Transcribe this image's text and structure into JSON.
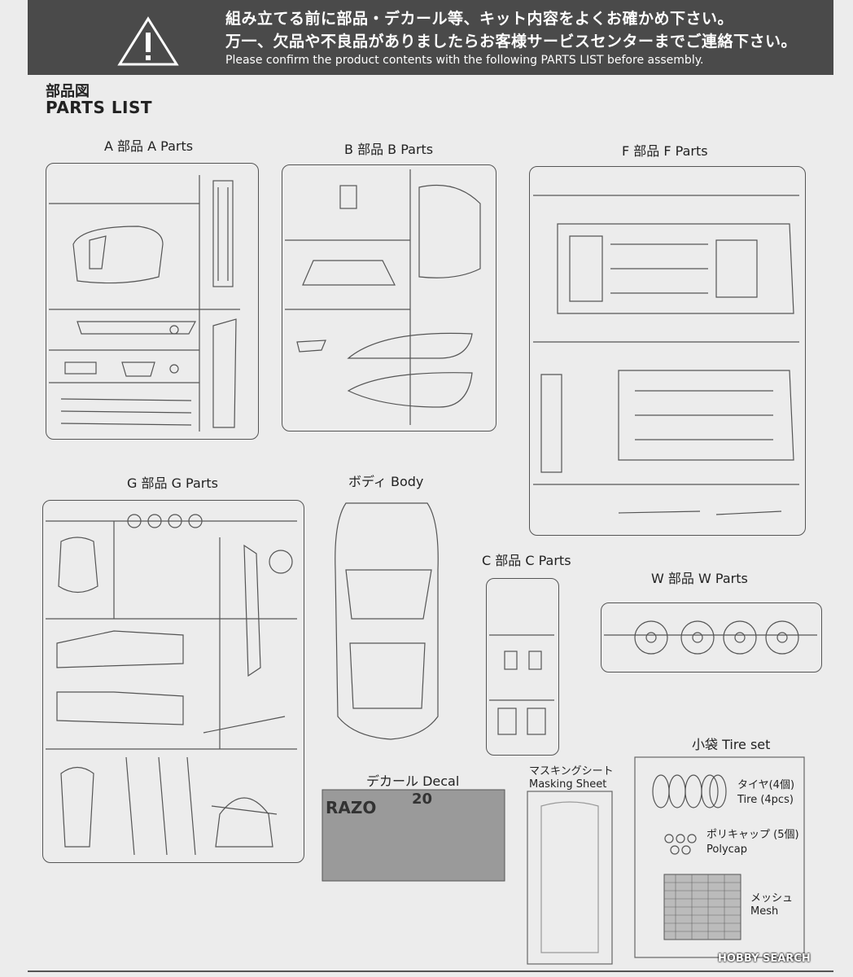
{
  "banner": {
    "line_jp_1": "組み立てる前に部品・デカール等、キット内容をよくお確かめ下さい。",
    "line_jp_2": "万一、欠品や不良品がありましたらお客様サービスセンターまでご連絡下さい。",
    "line_en": "Please confirm the product contents with the following PARTS LIST before assembly.",
    "icon": "warning-triangle-icon"
  },
  "header": {
    "title_jp": "部品図",
    "title_en": "PARTS LIST"
  },
  "sections": {
    "a": "A 部品 A Parts",
    "b": "B 部品 B Parts",
    "f": "F 部品 F Parts",
    "g": "G 部品 G Parts",
    "body": "ボディ  Body",
    "c": "C 部品 C Parts",
    "w": "W 部品 W Parts",
    "decal": "デカール Decal",
    "masking_jp": "マスキングシート",
    "masking_en": "Masking Sheet",
    "tire": "小袋 Tire set"
  },
  "tire_set": {
    "tire_jp": "タイヤ(4個)",
    "tire_en": "Tire (4pcs)",
    "poly_jp": "ポリキャップ (5個)",
    "poly_en": "Polycap",
    "mesh_jp": "メッシュ",
    "mesh_en": "Mesh"
  },
  "decal_text": {
    "brand": "RAZO",
    "number": "20"
  },
  "watermark": "HOBBY SEARCH",
  "colors": {
    "banner": "#4a4a4a",
    "paper": "#ececec",
    "line": "#555555"
  }
}
